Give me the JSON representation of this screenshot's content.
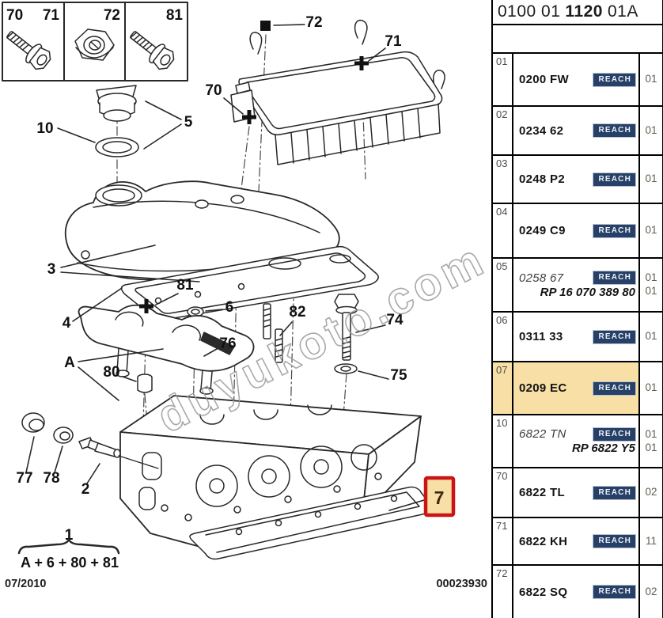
{
  "header": {
    "code_prefix": "0100 01",
    "code_main": "1120",
    "code_suffix": "01A"
  },
  "table": {
    "reach_label": "REACH",
    "rows": [
      {
        "num": "01",
        "ref": "0200 FW",
        "qty": "01"
      },
      {
        "num": "02",
        "ref": "0234 62",
        "qty": "01"
      },
      {
        "num": "03",
        "ref": "0248 P2",
        "qty": "01"
      },
      {
        "num": "04",
        "ref": "0249 C9",
        "qty": "01"
      },
      {
        "num": "05",
        "ref": "0258 67",
        "qty": "01",
        "sub_ref": "RP 16 070 389 80",
        "sub_qty": "01"
      },
      {
        "num": "06",
        "ref": "0311 33",
        "qty": "01"
      },
      {
        "num": "07",
        "ref": "0209 EC",
        "qty": "01"
      },
      {
        "num": "10",
        "ref": "6822 TN",
        "qty": "01",
        "sub_ref": "RP 6822 Y5",
        "sub_qty": "01"
      },
      {
        "num": "70",
        "ref": "6822 TL",
        "qty": "02"
      },
      {
        "num": "71",
        "ref": "6822 KH",
        "qty": "11"
      },
      {
        "num": "72",
        "ref": "6822 SQ",
        "qty": "02"
      }
    ]
  },
  "diagram": {
    "callouts": {
      "n1": "1",
      "n2": "2",
      "n3": "3",
      "n4": "4",
      "n5": "5",
      "n6": "6",
      "n7": "7",
      "n10": "10",
      "n70": "70",
      "n71": "71",
      "n72": "72",
      "n74": "74",
      "n75": "75",
      "n76": "76",
      "n77": "77",
      "n78": "78",
      "n80": "80",
      "n81": "81",
      "n82": "82",
      "nA": "A"
    },
    "formula": "A + 6 + 80 + 81"
  },
  "watermark": {
    "text": "duyukoto.com"
  },
  "footer": {
    "date": "07/2010",
    "doc_number": "00023930"
  },
  "colors": {
    "highlight": "#f7dfa6",
    "reach_bg": "#264067",
    "marker_red": "#cc1414"
  }
}
